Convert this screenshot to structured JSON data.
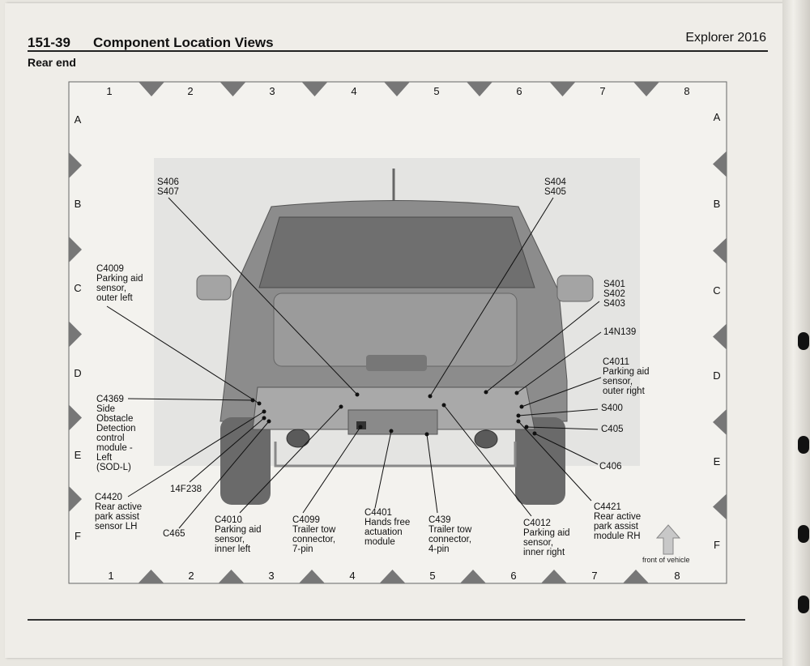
{
  "header": {
    "page_number": "151-39",
    "title": "Component Location Views",
    "model": "Explorer 2016",
    "section": "Rear end"
  },
  "grid": {
    "columns": [
      "1",
      "2",
      "3",
      "4",
      "5",
      "6",
      "7",
      "8"
    ],
    "rows": [
      "A",
      "B",
      "C",
      "D",
      "E",
      "F"
    ]
  },
  "callouts": {
    "s406_s407": "S406\nS407",
    "s404_s405": "S404\nS405",
    "c4009": "C4009\nParking aid\nsensor,\nouter left",
    "s401_s403": "S401\nS402\nS403",
    "n14n139": "14N139",
    "c4011": "C4011\nParking aid\nsensor,\nouter right",
    "c4369": "C4369\nSide\nObstacle\nDetection\ncontrol\nmodule -\nLeft\n(SOD-L)",
    "s400": "S400",
    "c405": "C405",
    "c406": "C406",
    "f14f238": "14F238",
    "c4420": "C4420\nRear active\npark assist\nsensor LH",
    "c465": "C465",
    "c4010": "C4010\nParking aid\nsensor,\ninner left",
    "c4099": "C4099\nTrailer tow\nconnector,\n7-pin",
    "c4401": "C4401\nHands free\nactuation\nmodule",
    "c439": "C439\nTrailer tow\nconnector,\n4-pin",
    "c4012": "C4012\nParking aid\nsensor,\ninner right",
    "c4421": "C4421\nRear active\npark assist\nmodule RH"
  },
  "front_note": "front of vehicle",
  "colors": {
    "paper": "#efede8",
    "ink": "#111111",
    "vehicle": "#8c8c8c",
    "bumper": "#a9a9a9"
  }
}
